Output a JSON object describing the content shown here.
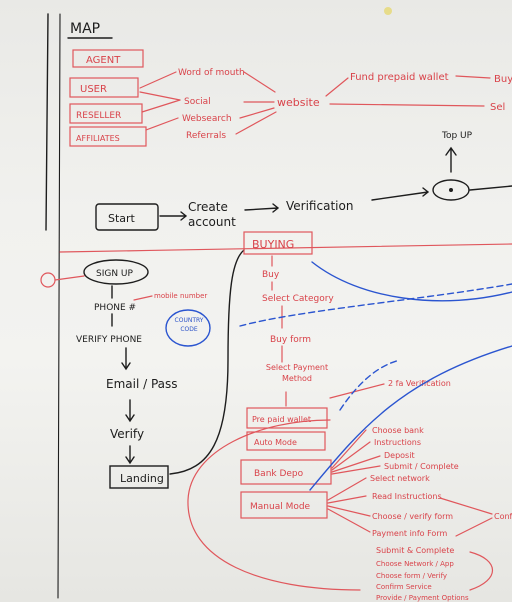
{
  "header": {
    "title": "MAP"
  },
  "user_types": [
    "AGENT",
    "USER",
    "RESELLER",
    "AFFILIATES"
  ],
  "channels": [
    "Word of mouth",
    "Social",
    "Websearch",
    "Referrals"
  ],
  "hub": "website",
  "outcomes": [
    "Fund prepaid wallet",
    "Buy",
    "Sel"
  ],
  "topup": {
    "label": "Top UP"
  },
  "flow": {
    "start": "Start",
    "create": "Create account",
    "verify": "Verification"
  },
  "signup_steps": [
    "SIGN UP",
    "PHONE #",
    "VERIFY PHONE",
    "Email / Pass",
    "Verify",
    "Landing"
  ],
  "signup_notes": {
    "mobile": "mobile number",
    "country": "COUNTRY CODE"
  },
  "buying": {
    "title": "BUYING",
    "steps": [
      "Buy",
      "Select Category",
      "Buy form",
      "Select Payment Method"
    ],
    "methods": [
      "Pre paid wallet",
      "Auto Mode",
      "Bank Depo",
      "Manual Mode"
    ],
    "two_fa": "2 fa Verification"
  },
  "bank_branch": [
    "Choose bank",
    "Instructions",
    "Deposit",
    "Submit / Complete"
  ],
  "manual_branch": [
    "Select network",
    "Read Instructions",
    "Choose / verify form",
    "Payment info Form",
    "Submit & Complete",
    "Choose Network / App",
    "Choose form / Verify",
    "Confirm Service",
    "Provide / Payment Options"
  ],
  "side_note": "Conf"
}
